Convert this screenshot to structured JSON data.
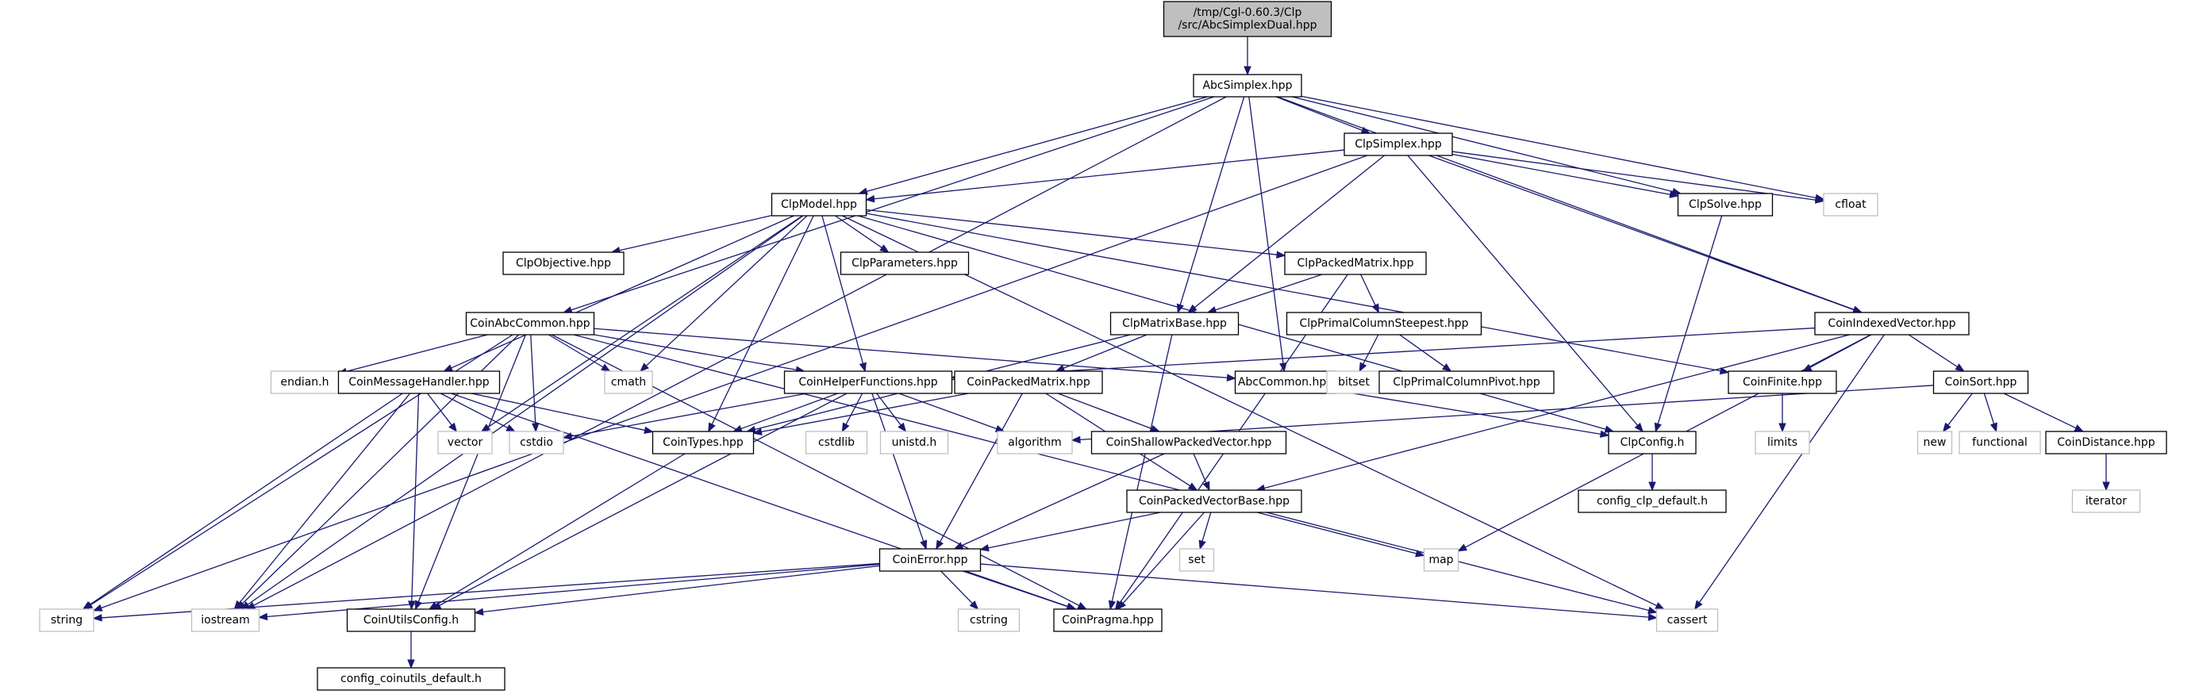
{
  "graph": {
    "root": "abc_simplex_dual",
    "colors": {
      "edge": "#191970",
      "internal_border": "#000000",
      "external_border": "#bfbfbf",
      "root_fill": "#bfbfbf"
    },
    "nodes": [
      {
        "id": "abc_simplex_dual",
        "lines": [
          "/tmp/Cgl-0.60.3/Clp",
          "/src/AbcSimplexDual.hpp"
        ],
        "kind": "root"
      },
      {
        "id": "abc_simplex",
        "lines": [
          "AbcSimplex.hpp"
        ],
        "kind": "internal"
      },
      {
        "id": "clp_simplex",
        "lines": [
          "ClpSimplex.hpp"
        ],
        "kind": "internal"
      },
      {
        "id": "clp_model",
        "lines": [
          "ClpModel.hpp"
        ],
        "kind": "internal"
      },
      {
        "id": "clp_solve",
        "lines": [
          "ClpSolve.hpp"
        ],
        "kind": "internal"
      },
      {
        "id": "cfloat",
        "lines": [
          "cfloat"
        ],
        "kind": "external"
      },
      {
        "id": "clp_objective",
        "lines": [
          "ClpObjective.hpp"
        ],
        "kind": "internal"
      },
      {
        "id": "clp_parameters",
        "lines": [
          "ClpParameters.hpp"
        ],
        "kind": "internal"
      },
      {
        "id": "clp_packed_matrix",
        "lines": [
          "ClpPackedMatrix.hpp"
        ],
        "kind": "internal"
      },
      {
        "id": "coin_abc_common",
        "lines": [
          "CoinAbcCommon.hpp"
        ],
        "kind": "internal"
      },
      {
        "id": "clp_matrix_base",
        "lines": [
          "ClpMatrixBase.hpp"
        ],
        "kind": "internal"
      },
      {
        "id": "clp_primal_column_steepest",
        "lines": [
          "ClpPrimalColumnSteepest.hpp"
        ],
        "kind": "internal"
      },
      {
        "id": "coin_indexed_vector",
        "lines": [
          "CoinIndexedVector.hpp"
        ],
        "kind": "internal"
      },
      {
        "id": "endian_h",
        "lines": [
          "endian.h"
        ],
        "kind": "external"
      },
      {
        "id": "cmath",
        "lines": [
          "cmath"
        ],
        "kind": "external"
      },
      {
        "id": "coin_message_handler",
        "lines": [
          "CoinMessageHandler.hpp"
        ],
        "kind": "internal"
      },
      {
        "id": "coin_helper_functions",
        "lines": [
          "CoinHelperFunctions.hpp"
        ],
        "kind": "internal"
      },
      {
        "id": "coin_packed_matrix",
        "lines": [
          "CoinPackedMatrix.hpp"
        ],
        "kind": "internal"
      },
      {
        "id": "abc_common",
        "lines": [
          "AbcCommon.hpp"
        ],
        "kind": "internal"
      },
      {
        "id": "bitset",
        "lines": [
          "bitset"
        ],
        "kind": "external"
      },
      {
        "id": "clp_primal_column_pivot",
        "lines": [
          "ClpPrimalColumnPivot.hpp"
        ],
        "kind": "internal"
      },
      {
        "id": "coin_finite",
        "lines": [
          "CoinFinite.hpp"
        ],
        "kind": "internal"
      },
      {
        "id": "coin_sort",
        "lines": [
          "CoinSort.hpp"
        ],
        "kind": "internal"
      },
      {
        "id": "vector",
        "lines": [
          "vector"
        ],
        "kind": "external"
      },
      {
        "id": "cstdio",
        "lines": [
          "cstdio"
        ],
        "kind": "external"
      },
      {
        "id": "coin_types",
        "lines": [
          "CoinTypes.hpp"
        ],
        "kind": "internal"
      },
      {
        "id": "cstdlib",
        "lines": [
          "cstdlib"
        ],
        "kind": "external"
      },
      {
        "id": "unistd_h",
        "lines": [
          "unistd.h"
        ],
        "kind": "external"
      },
      {
        "id": "algorithm",
        "lines": [
          "algorithm"
        ],
        "kind": "external"
      },
      {
        "id": "coin_shallow_packed_vector",
        "lines": [
          "CoinShallowPackedVector.hpp"
        ],
        "kind": "internal"
      },
      {
        "id": "clp_config",
        "lines": [
          "ClpConfig.h"
        ],
        "kind": "internal"
      },
      {
        "id": "limits",
        "lines": [
          "limits"
        ],
        "kind": "external"
      },
      {
        "id": "new",
        "lines": [
          "new"
        ],
        "kind": "external"
      },
      {
        "id": "functional",
        "lines": [
          "functional"
        ],
        "kind": "external"
      },
      {
        "id": "coin_distance",
        "lines": [
          "CoinDistance.hpp"
        ],
        "kind": "internal"
      },
      {
        "id": "coin_packed_vector_base",
        "lines": [
          "CoinPackedVectorBase.hpp"
        ],
        "kind": "internal"
      },
      {
        "id": "config_clp_default",
        "lines": [
          "config_clp_default.h"
        ],
        "kind": "internal"
      },
      {
        "id": "iterator",
        "lines": [
          "iterator"
        ],
        "kind": "external"
      },
      {
        "id": "set",
        "lines": [
          "set"
        ],
        "kind": "external"
      },
      {
        "id": "map",
        "lines": [
          "map"
        ],
        "kind": "external"
      },
      {
        "id": "coin_error",
        "lines": [
          "CoinError.hpp"
        ],
        "kind": "internal"
      },
      {
        "id": "string",
        "lines": [
          "string"
        ],
        "kind": "external"
      },
      {
        "id": "iostream",
        "lines": [
          "iostream"
        ],
        "kind": "external"
      },
      {
        "id": "coin_utils_config",
        "lines": [
          "CoinUtilsConfig.h"
        ],
        "kind": "internal"
      },
      {
        "id": "cstring",
        "lines": [
          "cstring"
        ],
        "kind": "external"
      },
      {
        "id": "coin_pragma",
        "lines": [
          "CoinPragma.hpp"
        ],
        "kind": "internal"
      },
      {
        "id": "cassert",
        "lines": [
          "cassert"
        ],
        "kind": "external"
      },
      {
        "id": "config_coinutils_default",
        "lines": [
          "config_coinutils_default.h"
        ],
        "kind": "internal"
      }
    ],
    "edges": [
      [
        "abc_simplex_dual",
        "abc_simplex"
      ],
      [
        "abc_simplex",
        "clp_simplex"
      ],
      [
        "abc_simplex",
        "clp_model"
      ],
      [
        "abc_simplex",
        "clp_solve"
      ],
      [
        "abc_simplex",
        "cfloat"
      ],
      [
        "abc_simplex",
        "coin_abc_common"
      ],
      [
        "abc_simplex",
        "clp_matrix_base"
      ],
      [
        "abc_simplex",
        "abc_common"
      ],
      [
        "abc_simplex",
        "coin_indexed_vector"
      ],
      [
        "abc_simplex",
        "iostream"
      ],
      [
        "clp_simplex",
        "clp_model"
      ],
      [
        "clp_simplex",
        "clp_matrix_base"
      ],
      [
        "clp_simplex",
        "clp_solve"
      ],
      [
        "clp_simplex",
        "cfloat"
      ],
      [
        "clp_simplex",
        "coin_indexed_vector"
      ],
      [
        "clp_simplex",
        "clp_config"
      ],
      [
        "clp_simplex",
        "string"
      ],
      [
        "clp_model",
        "clp_objective"
      ],
      [
        "clp_model",
        "clp_parameters"
      ],
      [
        "clp_model",
        "clp_packed_matrix"
      ],
      [
        "clp_model",
        "coin_message_handler"
      ],
      [
        "clp_model",
        "coin_helper_functions"
      ],
      [
        "clp_model",
        "coin_types"
      ],
      [
        "clp_model",
        "coin_finite"
      ],
      [
        "clp_model",
        "clp_config"
      ],
      [
        "clp_model",
        "cmath"
      ],
      [
        "clp_model",
        "vector"
      ],
      [
        "clp_model",
        "iostream"
      ],
      [
        "clp_model",
        "cassert"
      ],
      [
        "clp_solve",
        "clp_config"
      ],
      [
        "clp_packed_matrix",
        "clp_matrix_base"
      ],
      [
        "clp_packed_matrix",
        "clp_primal_column_steepest"
      ],
      [
        "clp_packed_matrix",
        "coin_pragma"
      ],
      [
        "clp_primal_column_steepest",
        "bitset"
      ],
      [
        "clp_primal_column_steepest",
        "clp_primal_column_pivot"
      ],
      [
        "clp_matrix_base",
        "coin_packed_matrix"
      ],
      [
        "clp_matrix_base",
        "coin_types"
      ],
      [
        "clp_matrix_base",
        "coin_pragma"
      ],
      [
        "coin_abc_common",
        "endian_h"
      ],
      [
        "coin_abc_common",
        "cmath"
      ],
      [
        "coin_abc_common",
        "coin_helper_functions"
      ],
      [
        "coin_abc_common",
        "abc_common"
      ],
      [
        "coin_abc_common",
        "cstdio"
      ],
      [
        "coin_abc_common",
        "cassert"
      ],
      [
        "coin_abc_common",
        "coin_utils_config"
      ],
      [
        "coin_abc_common",
        "coin_pragma"
      ],
      [
        "coin_abc_common",
        "string"
      ],
      [
        "coin_abc_common",
        "iostream"
      ],
      [
        "abc_common",
        "clp_config"
      ],
      [
        "coin_indexed_vector",
        "coin_helper_functions"
      ],
      [
        "coin_indexed_vector",
        "coin_finite"
      ],
      [
        "coin_indexed_vector",
        "coin_sort"
      ],
      [
        "coin_indexed_vector",
        "coin_packed_vector_base"
      ],
      [
        "coin_indexed_vector",
        "map"
      ],
      [
        "coin_indexed_vector",
        "cassert"
      ],
      [
        "coin_finite",
        "limits"
      ],
      [
        "coin_sort",
        "new"
      ],
      [
        "coin_sort",
        "functional"
      ],
      [
        "coin_sort",
        "coin_distance"
      ],
      [
        "coin_sort",
        "algorithm"
      ],
      [
        "coin_distance",
        "iterator"
      ],
      [
        "coin_message_handler",
        "vector"
      ],
      [
        "coin_message_handler",
        "cstdio"
      ],
      [
        "coin_message_handler",
        "coin_types"
      ],
      [
        "coin_message_handler",
        "coin_utils_config"
      ],
      [
        "coin_message_handler",
        "coin_pragma"
      ],
      [
        "coin_message_handler",
        "string"
      ],
      [
        "coin_message_handler",
        "iostream"
      ],
      [
        "coin_helper_functions",
        "cstdio"
      ],
      [
        "coin_helper_functions",
        "coin_types"
      ],
      [
        "coin_helper_functions",
        "cstdlib"
      ],
      [
        "coin_helper_functions",
        "unistd_h"
      ],
      [
        "coin_helper_functions",
        "algorithm"
      ],
      [
        "coin_helper_functions",
        "coin_error"
      ],
      [
        "coin_helper_functions",
        "coin_utils_config"
      ],
      [
        "coin_packed_matrix",
        "coin_types"
      ],
      [
        "coin_packed_matrix",
        "coin_shallow_packed_vector"
      ],
      [
        "coin_packed_matrix",
        "coin_packed_vector_base"
      ],
      [
        "coin_packed_matrix",
        "coin_error"
      ],
      [
        "coin_shallow_packed_vector",
        "coin_packed_vector_base"
      ],
      [
        "coin_shallow_packed_vector",
        "coin_error"
      ],
      [
        "coin_types",
        "coin_utils_config"
      ],
      [
        "clp_config",
        "config_clp_default"
      ],
      [
        "coin_packed_vector_base",
        "set"
      ],
      [
        "coin_packed_vector_base",
        "map"
      ],
      [
        "coin_packed_vector_base",
        "coin_error"
      ],
      [
        "coin_packed_vector_base",
        "coin_pragma"
      ],
      [
        "coin_error",
        "string"
      ],
      [
        "coin_error",
        "iostream"
      ],
      [
        "coin_error",
        "coin_utils_config"
      ],
      [
        "coin_error",
        "cstring"
      ],
      [
        "coin_error",
        "coin_pragma"
      ],
      [
        "coin_error",
        "cassert"
      ],
      [
        "coin_utils_config",
        "config_coinutils_default"
      ]
    ]
  }
}
